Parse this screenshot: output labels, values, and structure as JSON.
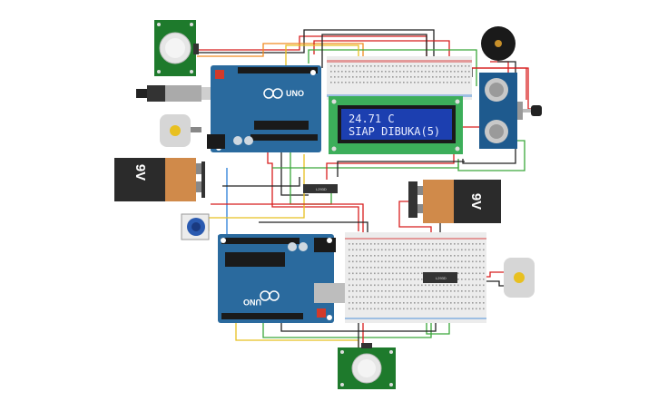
{
  "lcd": {
    "line1": "24.71 C",
    "line2": "SIAP DIBUKA(5)"
  },
  "battery_top": {
    "label": "9V"
  },
  "battery_right": {
    "label": "9V"
  },
  "arduino_top": {
    "brand": "UNO"
  },
  "arduino_bottom": {
    "brand": "UNO"
  },
  "ic_mid": {
    "label": "L293D"
  },
  "ic_right": {
    "label": "L293D"
  },
  "colors": {
    "arduino": "#2a6a9e",
    "pir": "#1e7a2c",
    "lcd_body": "#3cae5a",
    "lcd_screen": "#1c3fb0",
    "battery_body": "#d08a4a",
    "breadboard": "#ececec",
    "wire_red": "#d81e1e",
    "wire_black": "#222222",
    "wire_green": "#3aa83a",
    "wire_yellow": "#e8c020",
    "wire_blue": "#2a7ed8",
    "wire_orange": "#f08a20"
  }
}
